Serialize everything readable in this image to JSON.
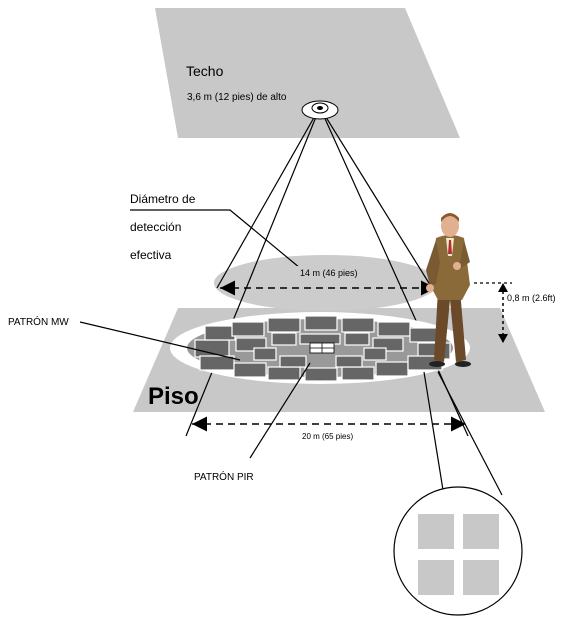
{
  "labels": {
    "ceiling": "Techo",
    "ceiling_height": "3,6 m (12 pies) de alto",
    "effective_diameter_line1": "Diámetro de",
    "effective_diameter_line2": "detección",
    "effective_diameter_line3": "efectiva",
    "effective_diameter_value": "14 m (46 pies)",
    "mw_pattern": "PATRÓN MW",
    "person_height": "0,8 m (2.6ft)",
    "floor": "Piso",
    "floor_diameter_value": "20 m (65 pies)",
    "pir_pattern": "PATRÓN PIR"
  },
  "colors": {
    "plane_gray": "#c8c8c8",
    "pattern_dark": "#666666",
    "line": "#000000",
    "background": "#ffffff"
  },
  "icons": {
    "sensor": "ceiling-motion-sensor-icon",
    "person": "standing-man-figure",
    "magnifier": "pir-segment-zoom-circle"
  }
}
